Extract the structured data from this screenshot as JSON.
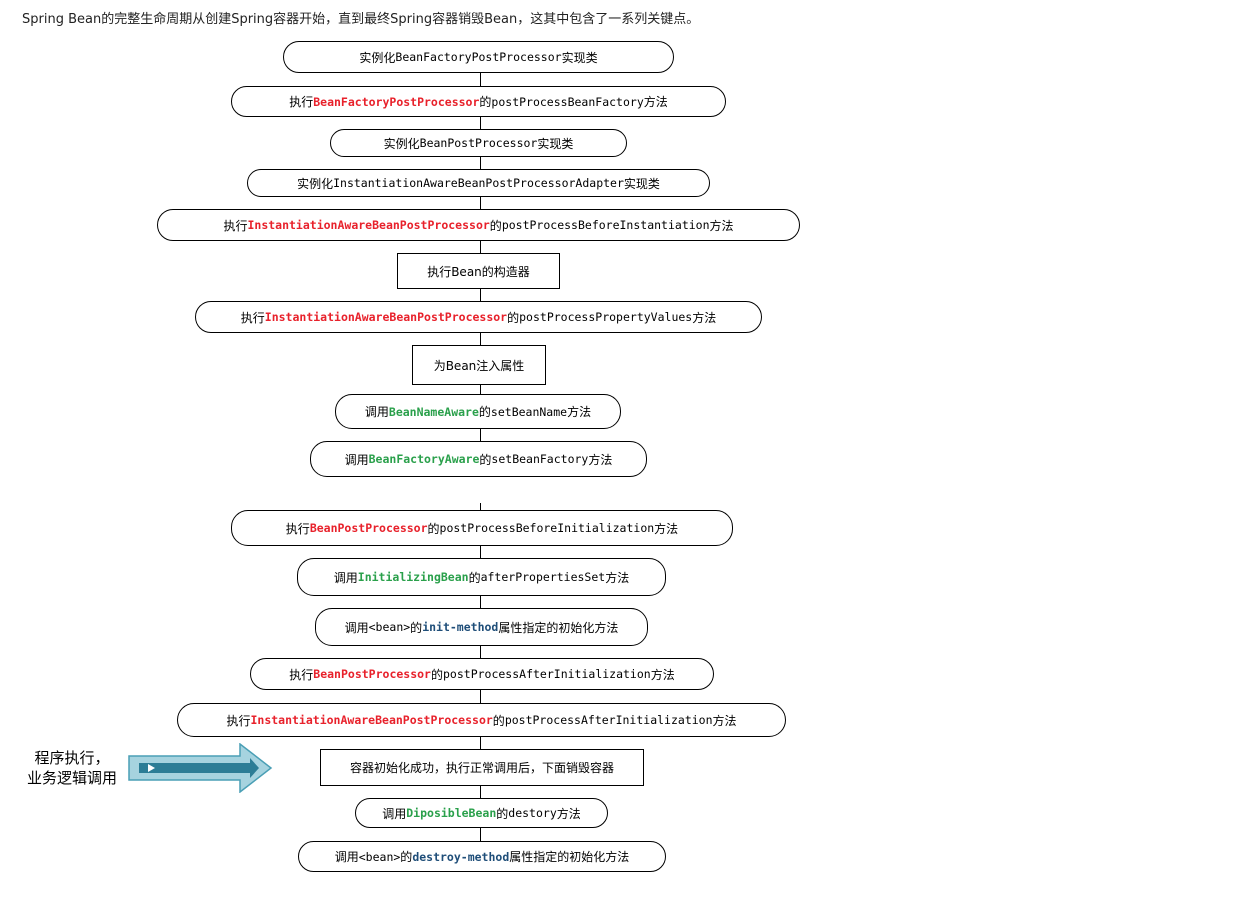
{
  "intro": "Spring Bean的完整生命周期从创建Spring容器开始，直到最终Spring容器销毁Bean，这其中包含了一系列关键点。",
  "side_label": {
    "line1": "程序执行，",
    "line2": "业务逻辑调用"
  },
  "steps": [
    {
      "a": "实例化",
      "b": "BeanFactoryPostProcessor",
      "c": "实现类"
    },
    {
      "a": "执行",
      "hl": "BeanFactoryPostProcessor",
      "b": "的",
      "c": "postProcessBeanFactory",
      "d": "方法"
    },
    {
      "a": "实例化",
      "b": "BeanPostProcessor",
      "c": "实现类"
    },
    {
      "a": "实例化",
      "b": "InstantiationAwareBeanPostProcessorAdapter",
      "c": "实现类"
    },
    {
      "a": "执行",
      "hl": "InstantiationAwareBeanPostProcessor",
      "b": "的",
      "c": "postProcessBeforeInstantiation",
      "d": "方法"
    },
    {
      "text": "执行Bean的构造器"
    },
    {
      "a": "执行",
      "hl": "InstantiationAwareBeanPostProcessor",
      "b": "的",
      "c": "postProcessPropertyValues",
      "d": "方法"
    },
    {
      "text": "为Bean注入属性"
    },
    {
      "a": "调用",
      "hl": "BeanNameAware",
      "b": "的",
      "c": "setBeanName",
      "d": "方法"
    },
    {
      "a": "调用",
      "hl": "BeanFactoryAware",
      "b": "的",
      "c": "setBeanFactory",
      "d": "方法"
    },
    {
      "a": "执行",
      "hl": "BeanPostProcessor",
      "b": "的",
      "c": "postProcessBeforeInitialization",
      "d": "方法"
    },
    {
      "a": "调用",
      "hl": "InitializingBean",
      "b": "的",
      "c": "afterPropertiesSet",
      "d": "方法"
    },
    {
      "a": "调用",
      "m": "<bean>",
      "b": "的",
      "hl": "init-method",
      "d": "属性指定的初始化方法"
    },
    {
      "a": "执行",
      "hl": "BeanPostProcessor",
      "b": "的",
      "c": "postProcessAfterInitialization",
      "d": "方法"
    },
    {
      "a": "执行",
      "hl": "InstantiationAwareBeanPostProcessor",
      "b": "的",
      "c": "postProcessAfterInitialization",
      "d": "方法"
    },
    {
      "text": "容器初始化成功，执行正常调用后，下面销毁容器"
    },
    {
      "a": "调用",
      "hl": "DiposibleBean",
      "b": "的",
      "c": "destory",
      "d": "方法"
    },
    {
      "a": "调用",
      "m": "<bean>",
      "b": "的",
      "hl": "destroy-method",
      "d": "属性指定的初始化方法"
    }
  ]
}
